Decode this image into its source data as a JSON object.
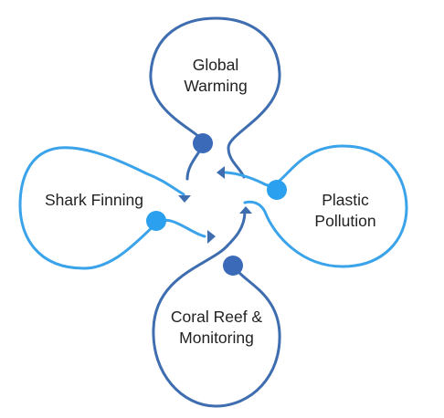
{
  "colors": {
    "loop_stroke": "#3e6db0",
    "light_loop_stroke": "#3aa3ea",
    "dark_dot": "#3b6ab8",
    "light_dot": "#2aa0ee"
  },
  "nodes": {
    "top": {
      "line1": "Global",
      "line2": "Warming"
    },
    "left": {
      "line1": "Shark Finning"
    },
    "right": {
      "line1": "Plastic",
      "line2": "Pollution"
    },
    "bottom": {
      "line1": "Coral Reef &",
      "line2": "Monitoring"
    }
  }
}
